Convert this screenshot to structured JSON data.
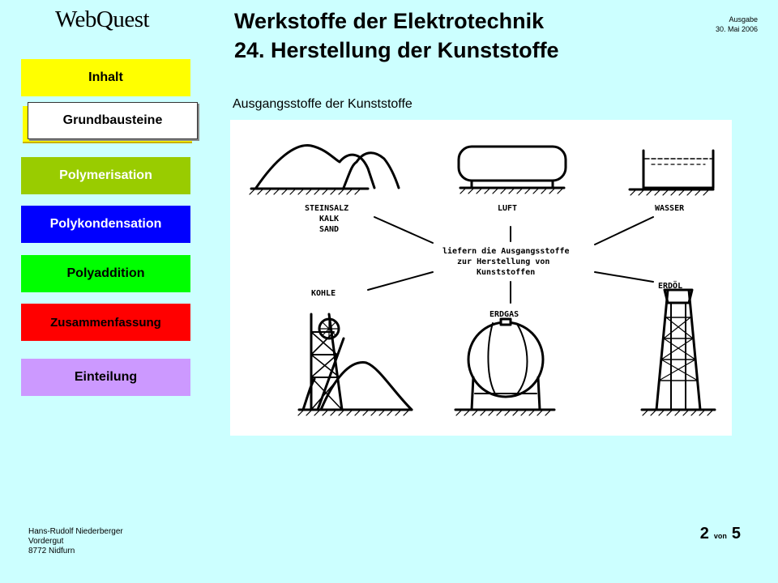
{
  "header": {
    "logo": "WebQuest",
    "title_line1": "Werkstoffe der Elektrotechnik",
    "title_line2": "24. Herstellung der Kunststoffe",
    "edition_label": "Ausgabe",
    "edition_date": "30. Mai 2006"
  },
  "nav": {
    "items": [
      {
        "label": "Inhalt",
        "color": "#ffff00",
        "text_color": "#000000"
      },
      {
        "label": "Grundbausteine",
        "color": "#ffffff",
        "text_color": "#000000",
        "active": true
      },
      {
        "label": "Polymerisation",
        "color": "#99cc00",
        "text_color": "#ffffff"
      },
      {
        "label": "Polykondensation",
        "color": "#0000ff",
        "text_color": "#ffffff"
      },
      {
        "label": "Polyaddition",
        "color": "#00ff00",
        "text_color": "#000000"
      },
      {
        "label": "Zusammenfassung",
        "color": "#ff0000",
        "text_color": "#000000"
      },
      {
        "label": "Einteilung",
        "color": "#cc99ff",
        "text_color": "#000000"
      }
    ]
  },
  "main": {
    "subtitle": "Ausgangsstoffe der Kunststoffe",
    "figure": {
      "label_steinsalz": "STEINSALZ",
      "label_kalk": "KALK",
      "label_sand": "SAND",
      "label_luft": "LUFT",
      "label_wasser": "WASSER",
      "label_kohle": "KOHLE",
      "label_erdgas": "ERDGAS",
      "label_erdoel": "ERDÖL",
      "center_line1": "liefern die Ausgangsstoffe",
      "center_line2": "zur Herstellung von",
      "center_line3": "Kunststoffen"
    }
  },
  "footer": {
    "author_name": "Hans-Rudolf Niederberger",
    "author_street": "Vordergut",
    "author_city": "8772 Nidfurn",
    "page_current": "2",
    "page_sep": "von",
    "page_total": "5"
  }
}
